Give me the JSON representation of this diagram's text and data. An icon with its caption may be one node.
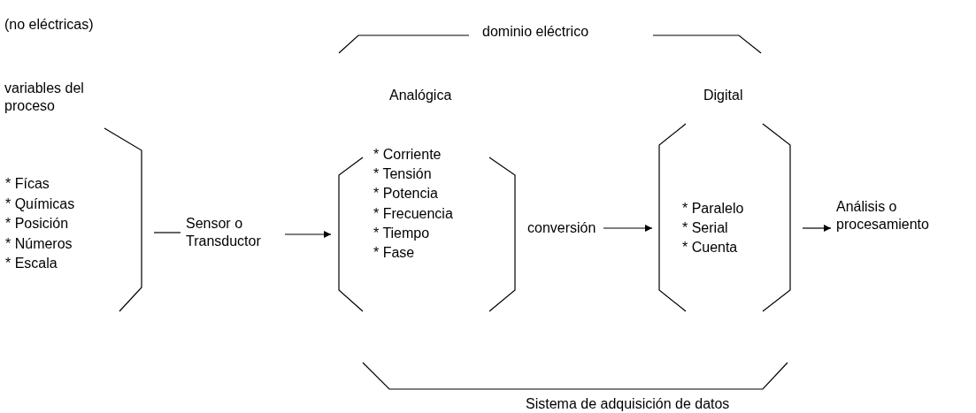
{
  "diagram": {
    "nodes": [
      {
        "text": [
          "* Fícas",
          "* Químicas",
          "* Posición",
          "* Números",
          "* Escala"
        ]
      },
      {
        "text": [
          "Sensor o Transductor"
        ]
      },
      {
        "text": [
          "Analógica",
          "* Corriente",
          "* Tensión",
          "* Potencia",
          "* Frecuencia",
          "* Tiempo",
          "* Fase"
        ]
      },
      {
        "text": [
          "conversión"
        ]
      },
      {
        "text": [
          "Digital",
          "* Paralelo",
          "* Serial",
          "* Cuenta"
        ]
      },
      {
        "text": [
          "Análisis o procesamiento"
        ]
      }
    ],
    "edges": [
      {
        "from": 0,
        "to": 1,
        "arrow": "none"
      },
      {
        "from": 1,
        "to": 2,
        "arrow": "to"
      },
      {
        "from": 3,
        "to": 4,
        "arrow": "to"
      },
      {
        "from": 4,
        "to": 5,
        "arrow": "to"
      }
    ],
    "labels": [
      "(no eléctricas)",
      "dominio eléctrico",
      "variables del proceso",
      "Sistema de adquisición de datos"
    ]
  }
}
